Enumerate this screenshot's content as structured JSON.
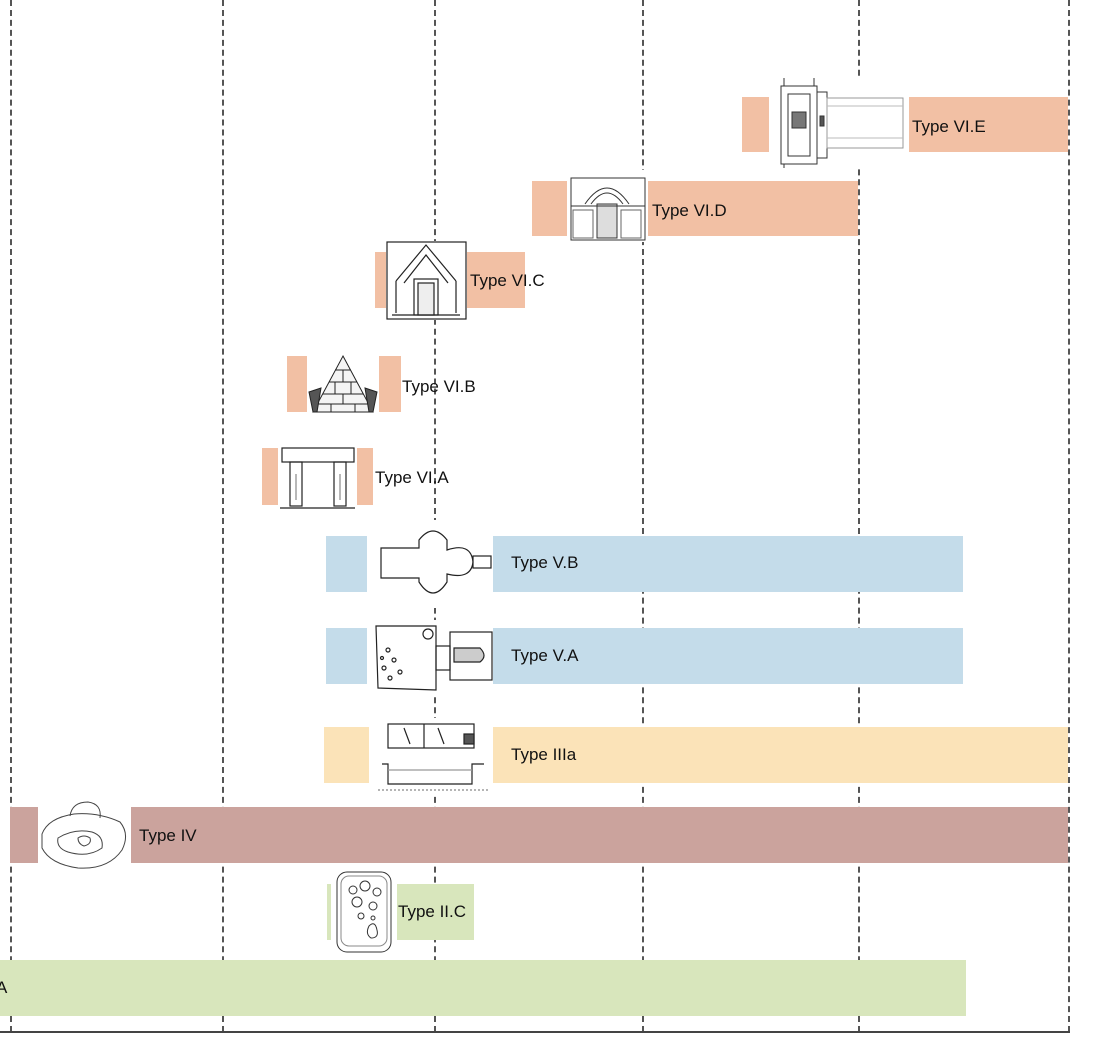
{
  "colors": {
    "salmon": "#f2c0a4",
    "blue": "#c4dcea",
    "yellow": "#fbe3b8",
    "mauve": "#cba39d",
    "green": "#d8e6bc",
    "gridline": "#555555",
    "axis": "#444444",
    "drawing": "#333333"
  },
  "types": [
    {
      "id": "vi-e",
      "label": "Type VI.E",
      "color": "salmon",
      "icon": "temple-plan-drawing-icon"
    },
    {
      "id": "vi-d",
      "label": "Type VI.D",
      "color": "salmon",
      "icon": "arched-facade-drawing-icon"
    },
    {
      "id": "vi-c",
      "label": "Type VI.C",
      "color": "salmon",
      "icon": "gabled-facade-drawing-icon"
    },
    {
      "id": "vi-b",
      "label": "Type VI.B",
      "color": "salmon",
      "icon": "stepped-pyramid-drawing-icon"
    },
    {
      "id": "vi-a",
      "label": "Type VI.A",
      "color": "salmon",
      "icon": "trilithon-doorway-drawing-icon"
    },
    {
      "id": "v-b",
      "label": "Type V.B",
      "color": "blue",
      "icon": "cruciform-chamber-plan-icon"
    },
    {
      "id": "v-a",
      "label": "Type V.A",
      "color": "blue",
      "icon": "chamber-with-corridor-plan-icon"
    },
    {
      "id": "iiia",
      "label": "Type IIIa",
      "color": "yellow",
      "icon": "cist-grave-section-icon"
    },
    {
      "id": "iv",
      "label": "Type IV",
      "color": "mauve",
      "icon": "rock-cut-tomb-sketch-icon"
    },
    {
      "id": "ii-c",
      "label": "Type II.C",
      "color": "green",
      "icon": "pit-grave-plan-icon"
    },
    {
      "id": "ii-a",
      "label": "A",
      "color": "green",
      "icon": ""
    }
  ]
}
